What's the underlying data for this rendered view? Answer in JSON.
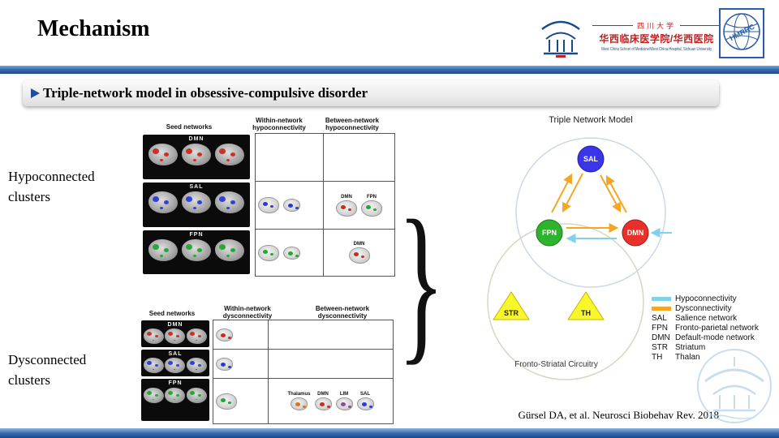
{
  "slide": {
    "title": "Mechanism",
    "section_heading": "Triple-network model in obsessive-compulsive disorder",
    "label_hypoconnected": "Hypoconnected clusters",
    "label_dysconnected": "Dysconnected clusters",
    "citation": "Gürsel DA, et al. Neurosci Biobehav Rev. 2018",
    "accent_blue": "#1d4a8a"
  },
  "icons": {
    "bullet": "arrowhead-right",
    "brace": "}"
  },
  "logos": {
    "university": "四川大学",
    "hospital_cn": "华西临床医学院/华西医院",
    "hospital_en": "West China School of Medicine/West China Hospital, Sichuan University",
    "hmrrc": "HMRRC"
  },
  "figure_top": {
    "headers": [
      "Seed networks",
      "Within-network hypoconnectivity",
      "Between-network hypoconnectivity"
    ],
    "rows": [
      {
        "seed": "DMN",
        "between": []
      },
      {
        "seed": "SAL",
        "between": [
          "DMN",
          "FPN"
        ]
      },
      {
        "seed": "FPN",
        "between": [
          "DMN"
        ]
      }
    ]
  },
  "figure_bottom": {
    "headers": [
      "Seed networks",
      "Within-network dysconnectivity",
      "Between-network dysconnectivity"
    ],
    "rows": [
      {
        "seed": "DMN",
        "between": []
      },
      {
        "seed": "SAL",
        "between": []
      },
      {
        "seed": "FPN",
        "between": [
          "Thalamus",
          "DMN",
          "LIM",
          "SAL"
        ]
      }
    ]
  },
  "diagram": {
    "title": "Triple Network Model",
    "bottom_label": "Fronto-Striatal Circuitry",
    "nodes": [
      {
        "id": "SAL",
        "color": "#3a35e8"
      },
      {
        "id": "FPN",
        "color": "#2db32d"
      },
      {
        "id": "DMN",
        "color": "#e8312a"
      }
    ],
    "triangles": [
      {
        "id": "STR",
        "color": "#f7f72b"
      },
      {
        "id": "TH",
        "color": "#f7f72b"
      }
    ],
    "edge_colors": {
      "hypoconnectivity": "#7fd2ee",
      "dysconnectivity": "#f5a623"
    },
    "legend_lines": [
      {
        "label": "Hypoconnectivity",
        "color": "#7fd2ee"
      },
      {
        "label": "Dysconnectivity",
        "color": "#f5a623"
      }
    ],
    "legend_abbrev": [
      {
        "key": "SAL",
        "label": "Salience network"
      },
      {
        "key": "FPN",
        "label": "Fronto-parietal network"
      },
      {
        "key": "DMN",
        "label": "Default-mode network"
      },
      {
        "key": "STR",
        "label": "Striatum"
      },
      {
        "key": "TH",
        "label": "Thalan"
      }
    ]
  }
}
